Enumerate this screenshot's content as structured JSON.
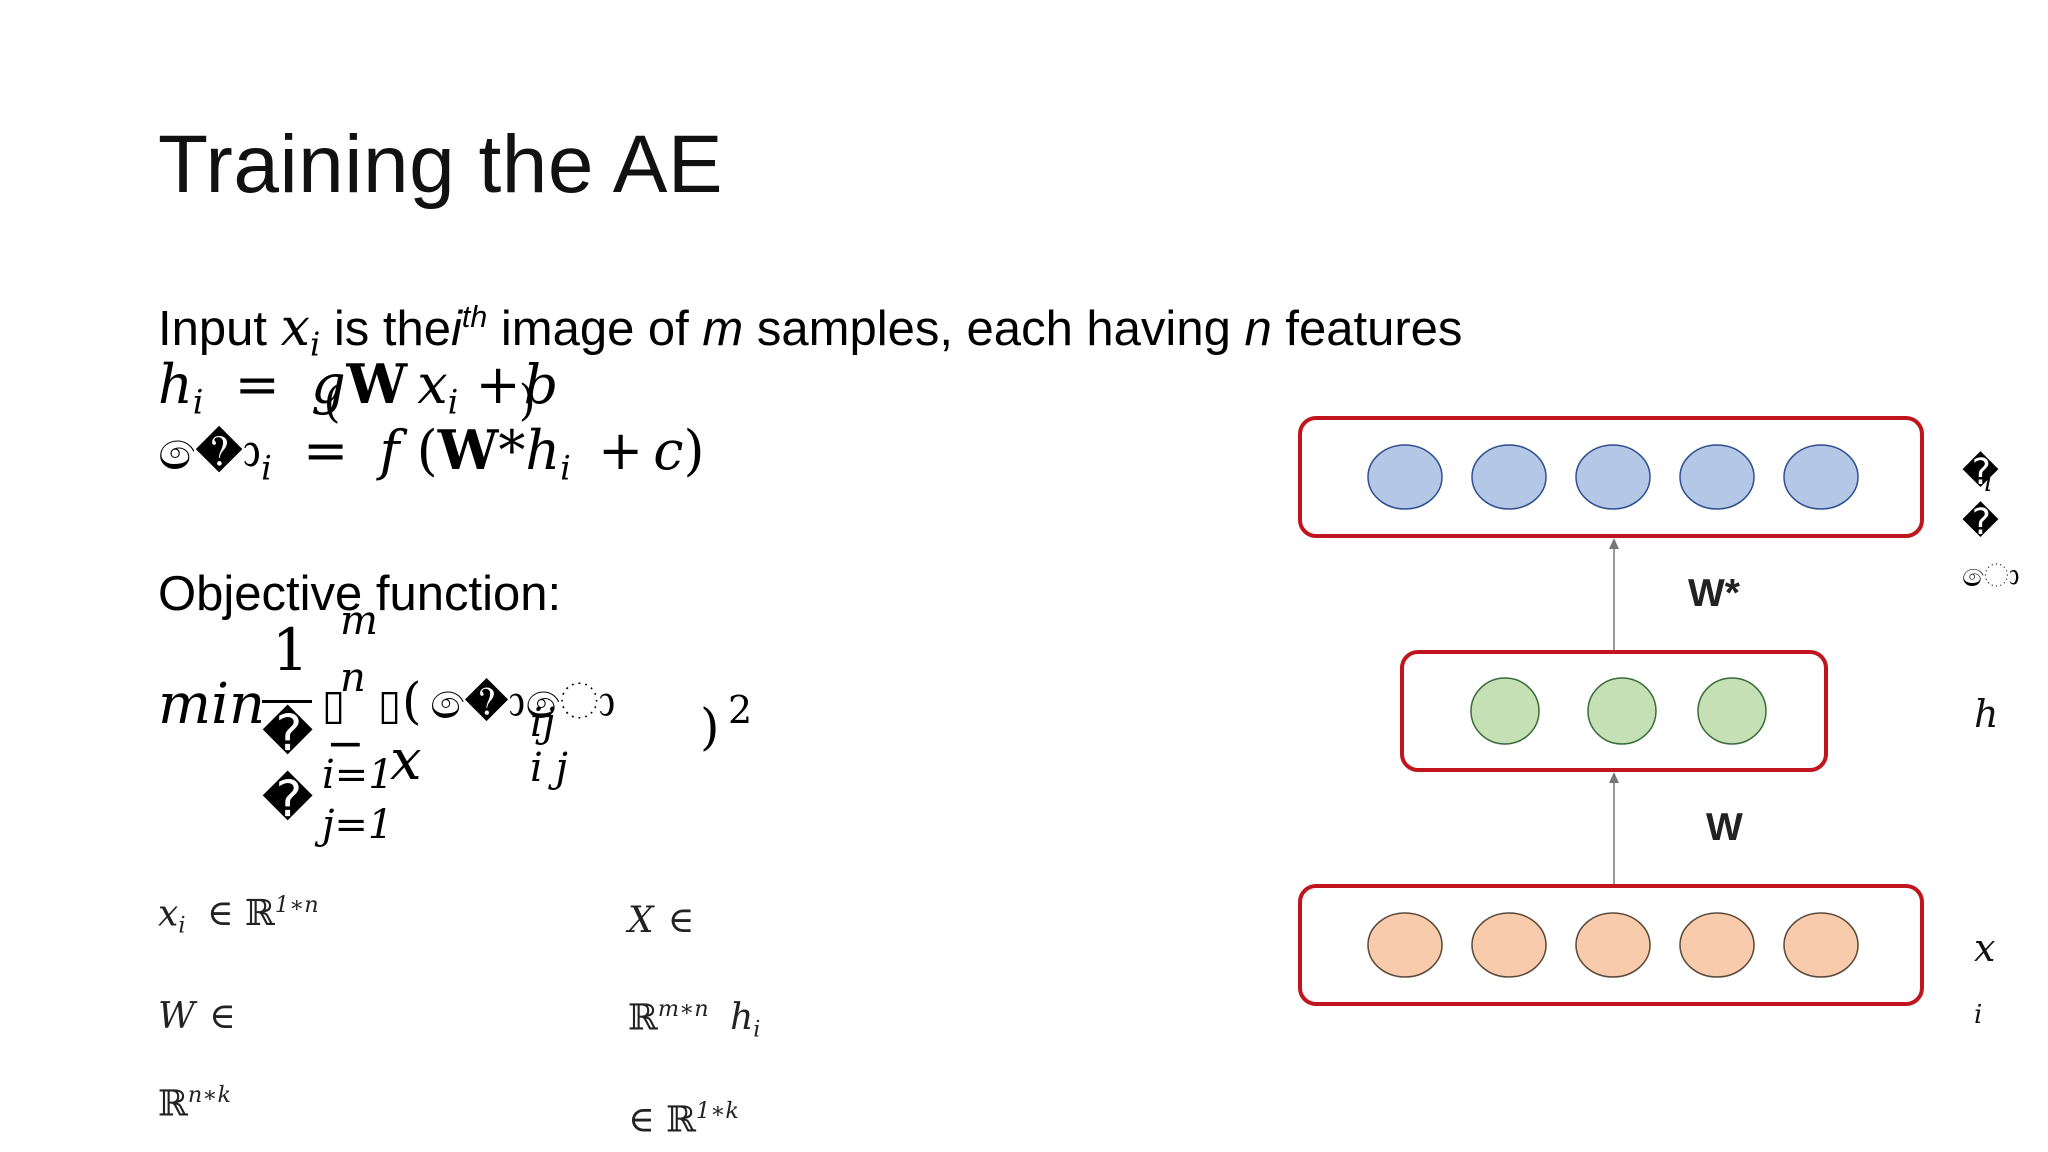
{
  "slide": {
    "title": "Training the AE",
    "input_line": {
      "prefix": "Input",
      "var": "x",
      "var_sub": "i",
      "mid1": "is the",
      "ith_base": "i",
      "ith_sup": "th",
      "mid2": "image of",
      "m": "m",
      "mid3": "samples, each having",
      "n": "n",
      "suffix": "features"
    },
    "eq_h": {
      "lhs": "h",
      "lhs_sub": "i",
      "eq": "=",
      "g": "g",
      "paren_l": "(",
      "W": "W",
      "x": "x",
      "x_sub": "i",
      "plus": "+",
      "b": "b",
      "paren_r": ")"
    },
    "eq_xhat": {
      "garbled": "�ො",
      "sub": "i",
      "eq": "=",
      "f": "f",
      "paren_l": "(",
      "W": "W",
      "star": "*",
      "h": "h",
      "h_sub": "i",
      "plus": "+",
      "c": "c",
      "paren_r": ")"
    },
    "objective_label": "Objective function:",
    "objective": {
      "min": "min",
      "one": "1",
      "m_top": "m",
      "n_top": "n",
      "box1": "▯",
      "box2": "▯",
      "paren": "(",
      "garbled1": "�ොො",
      "close": ")",
      "sq": "2",
      "qmark1": "�",
      "qmark2": "�",
      "dash": "−",
      "x": "x",
      "ij_top": "ij",
      "ij_bot": "i j",
      "i_eq": "i=1",
      "j_eq": "j=1"
    },
    "defs": {
      "xi": "x",
      "xi_sub": "i",
      "in1": "∈ ℝ",
      "xi_sup": "1∗n",
      "X": "X",
      "in2": "∈",
      "W": "W",
      "in3": "∈",
      "R_mn": "ℝ",
      "mn_sup": "m∗n",
      "hi": "h",
      "hi_sub": "i",
      "R_nk": "ℝ",
      "nk_sup": "n∗k",
      "in4": "∈ ℝ",
      "k_sup": "1∗k"
    }
  },
  "diagram": {
    "w_star_label": "W*",
    "w_label": "W",
    "side_top_q1": "�",
    "side_top_i": "i",
    "side_top_q2": "�",
    "side_top_garbled": "ො",
    "side_h": "h",
    "side_x": "x",
    "side_x_sub": "i",
    "colors": {
      "box_border": "#c0151c",
      "output_node_fill": "#b4c7e7",
      "output_node_stroke": "#2f4f8f",
      "hidden_node_fill": "#c5e0b4",
      "hidden_node_stroke": "#3a6b3a",
      "input_node_fill": "#f8cbad",
      "input_node_stroke": "#5a4a3a",
      "arrow": "#777777"
    },
    "layers": {
      "output_nodes": 5,
      "hidden_nodes": 3,
      "input_nodes": 5
    }
  }
}
